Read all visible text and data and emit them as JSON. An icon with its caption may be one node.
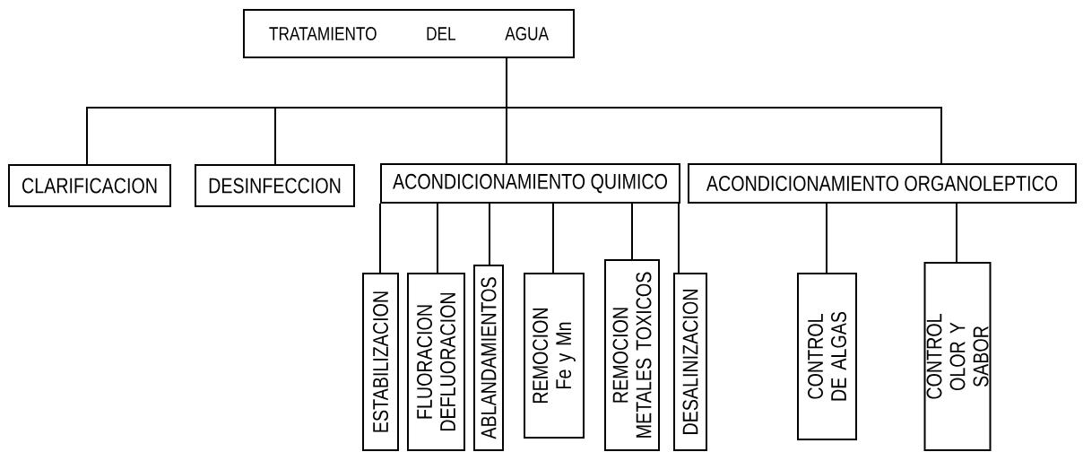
{
  "diagram": {
    "nodes": [
      {
        "text": [
          "TRATAMIENTO DEL AGUA"
        ]
      },
      {
        "text": [
          "CLARIFICACION"
        ]
      },
      {
        "text": [
          "DESINFECCION"
        ]
      },
      {
        "text": [
          "ACONDICIONAMIENTO QUIMICO"
        ]
      },
      {
        "text": [
          "ACONDICIONAMIENTO ORGANOLEPTICO"
        ]
      },
      {
        "text": [
          "ESTABILIZACION"
        ]
      },
      {
        "text": [
          "FLUORACION DEFLUORACION"
        ]
      },
      {
        "text": [
          "ABLANDAMIENTOS"
        ]
      },
      {
        "text": [
          "REMOCION Fe y Mn"
        ]
      },
      {
        "text": [
          "REMOCION METALES TOXICOS"
        ]
      },
      {
        "text": [
          "DESALINIZACION"
        ]
      },
      {
        "text": [
          "CONTROL DE ALGAS"
        ]
      },
      {
        "text": [
          "CONTROL OLOR Y SABOR"
        ]
      }
    ],
    "edges": [
      {
        "from": 0,
        "to": 1,
        "arrow": "none"
      },
      {
        "from": 0,
        "to": 2,
        "arrow": "none"
      },
      {
        "from": 0,
        "to": 3,
        "arrow": "none"
      },
      {
        "from": 0,
        "to": 4,
        "arrow": "none"
      },
      {
        "from": 3,
        "to": 5,
        "arrow": "none"
      },
      {
        "from": 3,
        "to": 6,
        "arrow": "none"
      },
      {
        "from": 3,
        "to": 7,
        "arrow": "none"
      },
      {
        "from": 3,
        "to": 8,
        "arrow": "none"
      },
      {
        "from": 3,
        "to": 9,
        "arrow": "none"
      },
      {
        "from": 3,
        "to": 10,
        "arrow": "none"
      },
      {
        "from": 4,
        "to": 11,
        "arrow": "none"
      },
      {
        "from": 4,
        "to": 12,
        "arrow": "none"
      }
    ]
  }
}
